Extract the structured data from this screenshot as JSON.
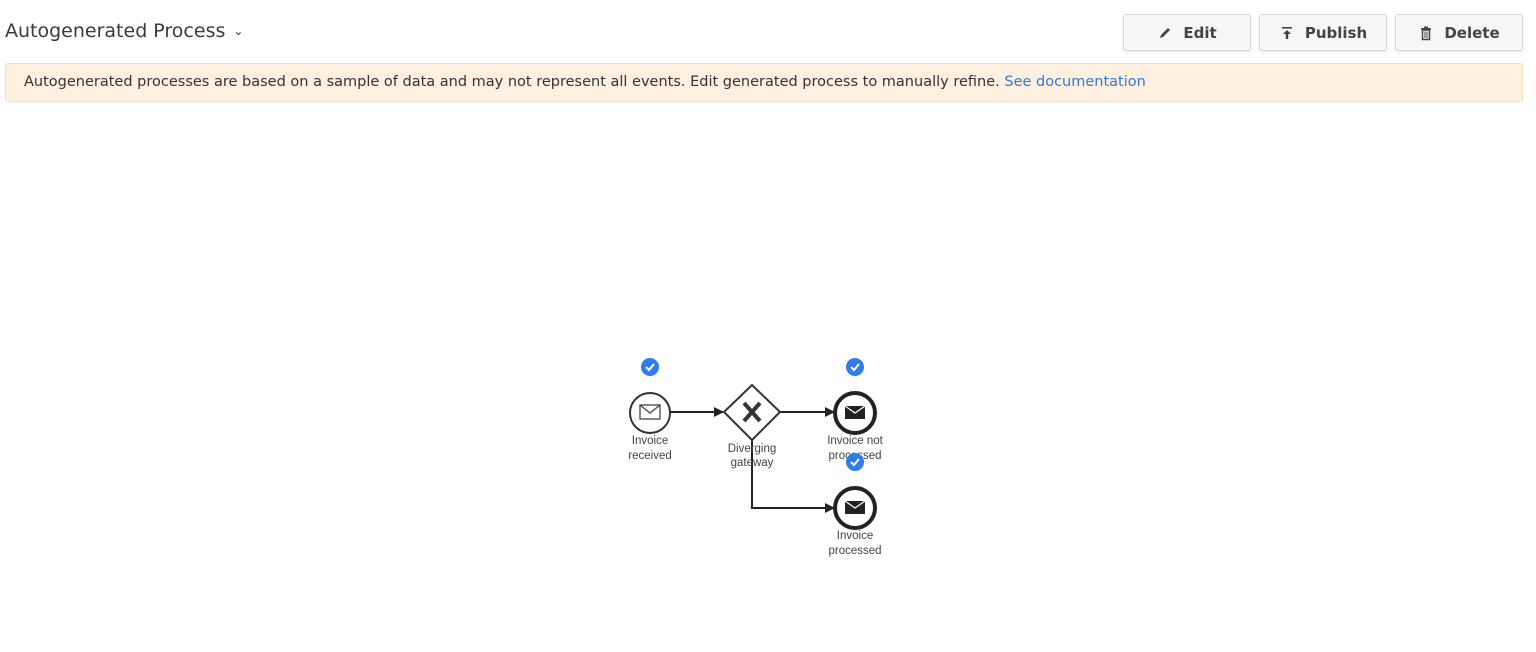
{
  "header": {
    "title": "Autogenerated Process",
    "title_icon": "chevron-down-icon",
    "buttons": [
      {
        "label": "Edit",
        "icon": "pencil-icon"
      },
      {
        "label": "Publish",
        "icon": "publish-icon"
      },
      {
        "label": "Delete",
        "icon": "trash-icon"
      }
    ]
  },
  "banner": {
    "text": "Autogenerated processes are based on a sample of data and may not represent all events. Edit generated process to manually refine.",
    "link": "See documentation",
    "bg_color": "#fff0e0",
    "link_color": "#2f7bd8"
  },
  "diagram": {
    "nodes": [
      {
        "id": "start",
        "type": "message-start-event",
        "label_lines": [
          "Invoice",
          "received"
        ],
        "checked": true
      },
      {
        "id": "gateway",
        "type": "exclusive-gateway",
        "label_lines": [
          "Diverging",
          "gateway"
        ],
        "checked": false
      },
      {
        "id": "end1",
        "type": "message-end-event",
        "label_lines": [
          "Invoice not",
          "processed"
        ],
        "checked": true
      },
      {
        "id": "end2",
        "type": "message-end-event",
        "label_lines": [
          "Invoice",
          "processed"
        ],
        "checked": true
      }
    ],
    "edges": [
      [
        "start",
        "gateway"
      ],
      [
        "gateway",
        "end1"
      ],
      [
        "gateway",
        "end2"
      ]
    ],
    "check_color": "#2f7bf0"
  }
}
